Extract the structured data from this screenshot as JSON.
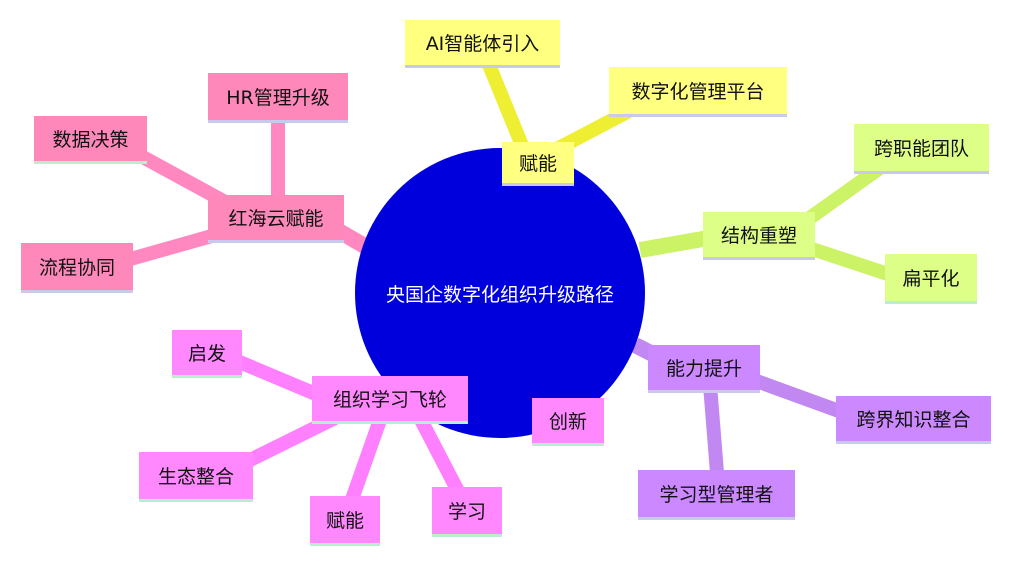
{
  "colors": {
    "center": "#0000dd",
    "yellow": "#ffff80",
    "yellow_link": "#eeee33",
    "green": "#ddff88",
    "green_link": "#ccf266",
    "purple": "#cc88ff",
    "purple_link": "#c088f0",
    "pink": "#ff88ff",
    "pink_link": "#ff80ff",
    "rose": "#ff88bb",
    "rose_link": "#ff88c0",
    "node_border": "#c9c9ee",
    "node_border_green": "#bbeecc"
  },
  "center": {
    "label": "央国企数字化组织升级路径"
  },
  "branches": {
    "empower": {
      "label": "赋能",
      "children": [
        "AI智能体引入",
        "数字化管理平台"
      ]
    },
    "structure": {
      "label": "结构重塑",
      "children": [
        "跨职能团队",
        "扁平化"
      ]
    },
    "capability": {
      "label": "能力提升",
      "children": [
        "跨界知识整合",
        "学习型管理者"
      ]
    },
    "innovation": {
      "label": "创新"
    },
    "flywheel": {
      "label": "组织学习飞轮",
      "children": [
        "启发",
        "生态整合",
        "赋能",
        "学习"
      ]
    },
    "hongcloud": {
      "label": "红海云赋能",
      "children": [
        "HR管理升级",
        "数据决策",
        "流程协同"
      ]
    }
  }
}
